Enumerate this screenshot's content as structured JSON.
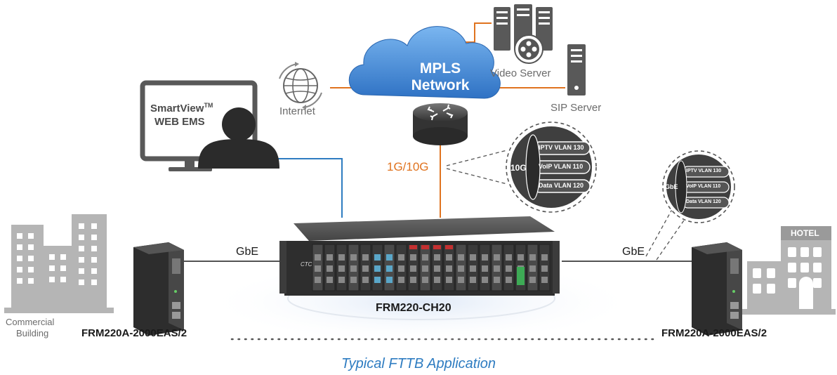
{
  "colors": {
    "orange_link": "#e0731f",
    "blue_link": "#2e7cc1",
    "cloud": "#4a8fd8",
    "chassis": "#3a3a3a",
    "building": "#b5b5b5",
    "icon_dark": "#555555"
  },
  "cloud": {
    "line1": "MPLS",
    "line2": "Network"
  },
  "internet": {
    "label": "Internet"
  },
  "video_server": {
    "label": "Video Server"
  },
  "sip_server": {
    "label": "SIP Server"
  },
  "ems": {
    "line1": "SmartView",
    "tm": "TM",
    "line2": "WEB EMS"
  },
  "uplink": {
    "label": "1G/10G"
  },
  "vlan_large": {
    "speed": "10G",
    "items": [
      "IPTV VLAN 130",
      "VoIP VLAN 110",
      "Data VLAN 120"
    ]
  },
  "vlan_small": {
    "speed": "GbE",
    "items": [
      "IPTV VLAN 130",
      "VoIP VLAN 110",
      "Data VLAN 120"
    ]
  },
  "left_link": {
    "label": "GbE"
  },
  "right_link": {
    "label": "GbE"
  },
  "chassis": {
    "label": "FRM220-CH20",
    "brand": "CTC"
  },
  "left_device": {
    "label": "FRM220A-2000EAS/2"
  },
  "right_device": {
    "label": "FRM220A-2000EAS/2"
  },
  "commercial": {
    "line1": "Commercial",
    "line2": "Building"
  },
  "hotel": {
    "label": "HOTEL"
  },
  "caption": "Typical FTTB Application"
}
